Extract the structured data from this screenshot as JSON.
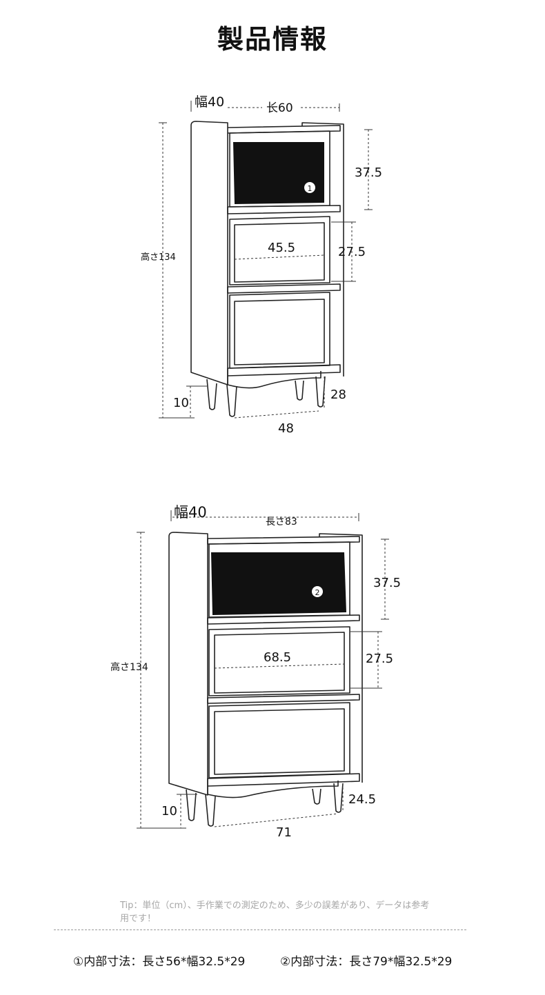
{
  "title": "製品情報",
  "cabinet_small": {
    "width_label": "幅40",
    "length_label": "长60",
    "height_label": "高さ134",
    "shelf_height_top": "37.5",
    "inner_width": "45.5",
    "shelf_height_mid": "27.5",
    "leg_height": "10",
    "depth_bottom": "28",
    "bottom_length": "48",
    "marker": "1"
  },
  "cabinet_large": {
    "width_label": "幅40",
    "length_label": "長さ83",
    "height_label": "高さ134",
    "shelf_height_top": "37.5",
    "inner_width": "68.5",
    "shelf_height_mid": "27.5",
    "leg_height": "10",
    "depth_bottom": "24.5",
    "bottom_length": "71",
    "marker": "2"
  },
  "tip": "Tip：単位（cm）、手作業での測定のため、多少の誤差があり、データは参考用です！",
  "notes": {
    "inner1": "①内部寸法：長さ56*幅32.5*29",
    "inner2": "②内部寸法：長さ79*幅32.5*29"
  }
}
